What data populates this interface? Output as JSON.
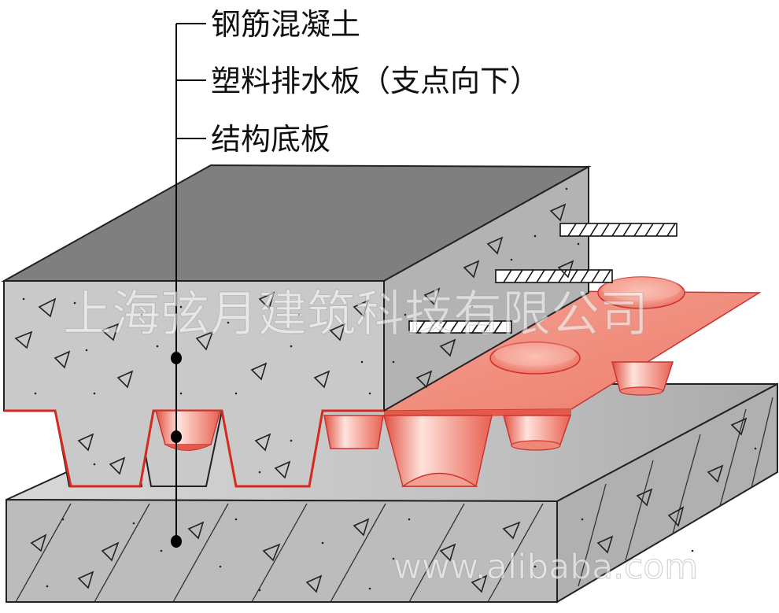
{
  "labels": {
    "rebar_concrete": "钢筋混凝土",
    "plastic_drain_board": "塑料排水板（支点向下）",
    "structural_base": "结构底板"
  },
  "watermark": {
    "company": "上海弦月建筑科技有限公司",
    "site": "www.alibaba.com"
  },
  "colors": {
    "concrete_top": "#7f7f7f",
    "concrete_front": "#c9c9c9",
    "concrete_side": "#b4b4b4",
    "drain_board": "#f08878",
    "drain_board_edge": "#d42a1e",
    "base_top": "#c8c8c8",
    "base_front": "#bdbdbd",
    "leader_line": "#000000"
  }
}
